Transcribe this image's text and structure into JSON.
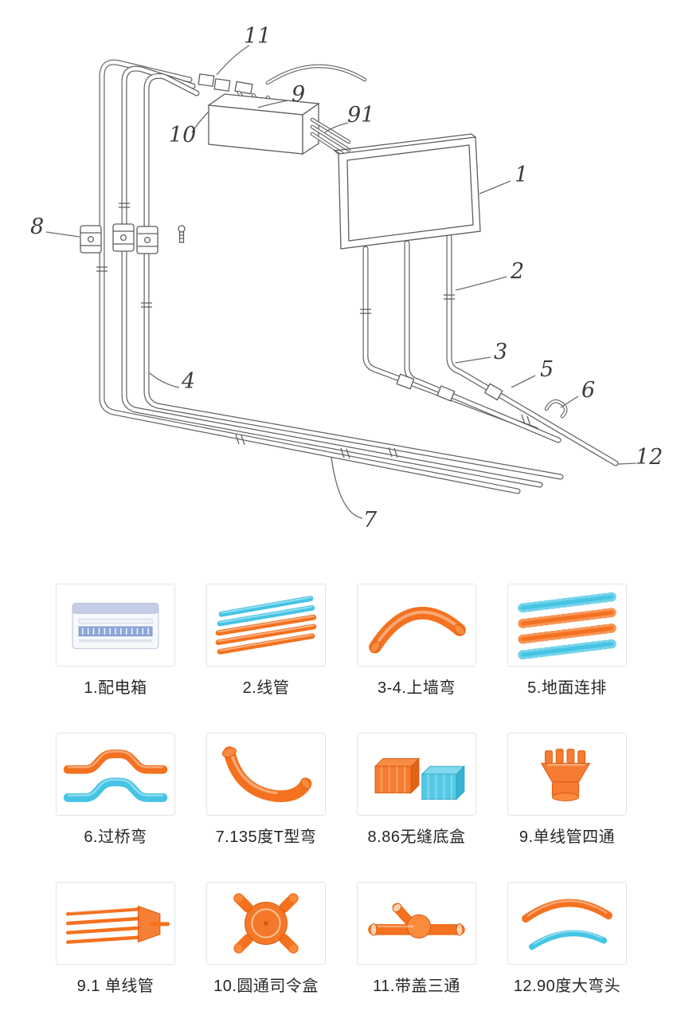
{
  "diagram": {
    "callouts": [
      "11",
      "9",
      "91",
      "10",
      "1",
      "8",
      "2",
      "3",
      "5",
      "6",
      "4",
      "12",
      "7"
    ]
  },
  "catalog": {
    "items": [
      {
        "label": "1.配电箱",
        "icon": "distribution-box"
      },
      {
        "label": "2.线管",
        "icon": "conduit-tubes"
      },
      {
        "label": "3-4.上墙弯",
        "icon": "wall-bend"
      },
      {
        "label": "5.地面连排",
        "icon": "floor-raceway"
      },
      {
        "label": "6.过桥弯",
        "icon": "bridge-bend"
      },
      {
        "label": "7.135度T型弯",
        "icon": "t-bend-135"
      },
      {
        "label": "8.86无缝底盒",
        "icon": "seamless-back-box"
      },
      {
        "label": "9.单线管四通",
        "icon": "four-way-fitting"
      },
      {
        "label": "9.1 单线管",
        "icon": "single-conduit"
      },
      {
        "label": "10.圆通司令盒",
        "icon": "round-junction-box"
      },
      {
        "label": "11.带盖三通",
        "icon": "covered-tee"
      },
      {
        "label": "12.90度大弯头",
        "icon": "elbow-90"
      }
    ]
  },
  "colors": {
    "orange": "#f4711f",
    "blue": "#45c4e4",
    "line": "#5d5d5d",
    "label_text": "#262626"
  }
}
